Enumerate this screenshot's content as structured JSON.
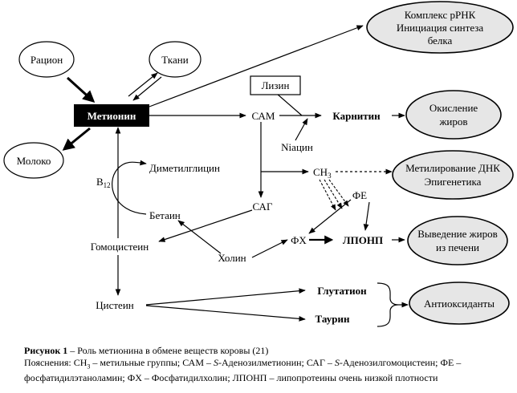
{
  "nodes": {
    "ration": "Рацион",
    "tissues": "Ткани",
    "milk": "Молоко",
    "methionine": "Метионин",
    "sam": "САМ",
    "lysine": "Лизин",
    "carnitine": "Карнитин",
    "niacin": "Niацин",
    "b12_main": "B",
    "b12_sub": "12",
    "dimethylglycine": "Диметилглицин",
    "ch3_main": "CH",
    "ch3_sub": "3",
    "sag": "САГ",
    "betaine": "Бетаин",
    "fe": "ФЕ",
    "homocysteine": "Гомоцистеин",
    "fx": "ФХ",
    "lponp": "ЛПОНП",
    "choline": "Холин",
    "cysteine": "Цистеин",
    "glutathione": "Глутатион",
    "taurine": "Таурин"
  },
  "outcomes": {
    "rrna_line1": "Комплекс рРНК",
    "rrna_line2": "Инициация синтеза",
    "rrna_line3": "белка",
    "fat_oxidation_line1": "Окисление",
    "fat_oxidation_line2": "жиров",
    "dna_methylation_line1": "Метилирование ДНК",
    "dna_methylation_line2": "Эпигенетика",
    "fat_removal_line1": "Выведение жиров",
    "fat_removal_line2": "из печени",
    "antioxidants": "Антиоксиданты"
  },
  "caption": {
    "label": "Рисунок 1",
    "title": " – Роль метионина в обмене веществ коровы (21)",
    "legend_prefix": "Пояснения: CH",
    "legend_sub": "3",
    "legend_rest_1": " – метильные группы; САМ – ",
    "legend_italic_1": "S",
    "legend_rest_2": "-Аденозилметионин; САГ – ",
    "legend_italic_2": "S",
    "legend_rest_3": "-Аденозилгомоцистеин; ФЕ – фосфатидилэтаноламин; ФХ – Фосфатидилхолин; ЛПОНП – липопротеины очень низкой плотности"
  }
}
